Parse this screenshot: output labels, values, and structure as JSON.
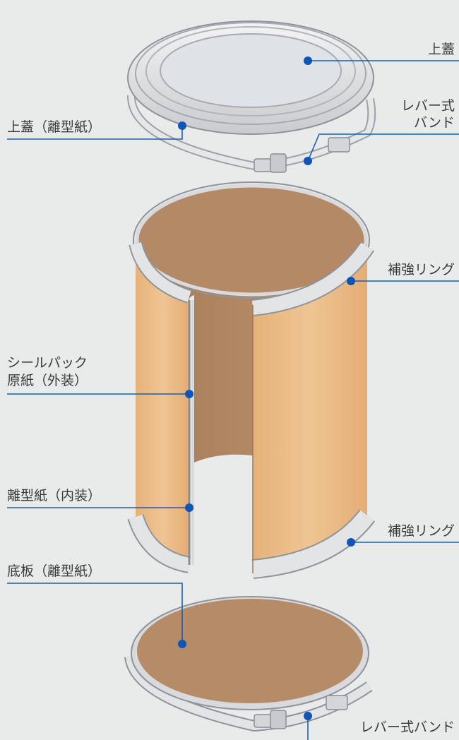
{
  "labels": {
    "top_lid": "上蓋",
    "top_lid_release": "上蓋（離型紙）",
    "lever_band_top_1": "レバー式",
    "lever_band_top_2": "バンド",
    "reinforcing_ring_top": "補強リング",
    "sealpack_paper_1": "シールパック",
    "sealpack_paper_2": "原紙（外装）",
    "release_paper_inner": "離型紙（内装）",
    "reinforcing_ring_bottom": "補強リング",
    "bottom_plate": "底板（離型紙）",
    "lever_band_bottom": "レバー式バンド"
  },
  "colors": {
    "background": "#e9eaea",
    "drum_outer": "#e9b983",
    "drum_inner": "#b38966",
    "metal": "#dcdde0",
    "leader_line": "#1c5fa8",
    "dot": "#0d55b8"
  }
}
